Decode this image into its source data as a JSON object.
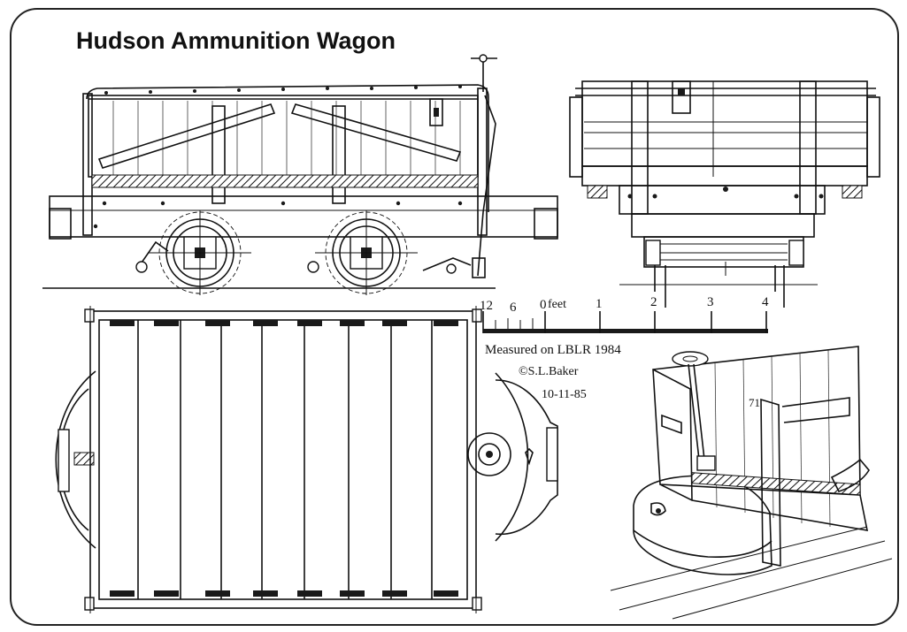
{
  "title": "Hudson Ammunition Wagon",
  "scale": {
    "inch_labels": [
      "12",
      "6",
      "0"
    ],
    "zero_unit": "feet",
    "foot_labels": [
      "1",
      "2",
      "3",
      "4"
    ]
  },
  "credits": {
    "measured": "Measured on LBLR 1984",
    "copyright": "©S.L.Baker",
    "date": "10-11-85"
  }
}
